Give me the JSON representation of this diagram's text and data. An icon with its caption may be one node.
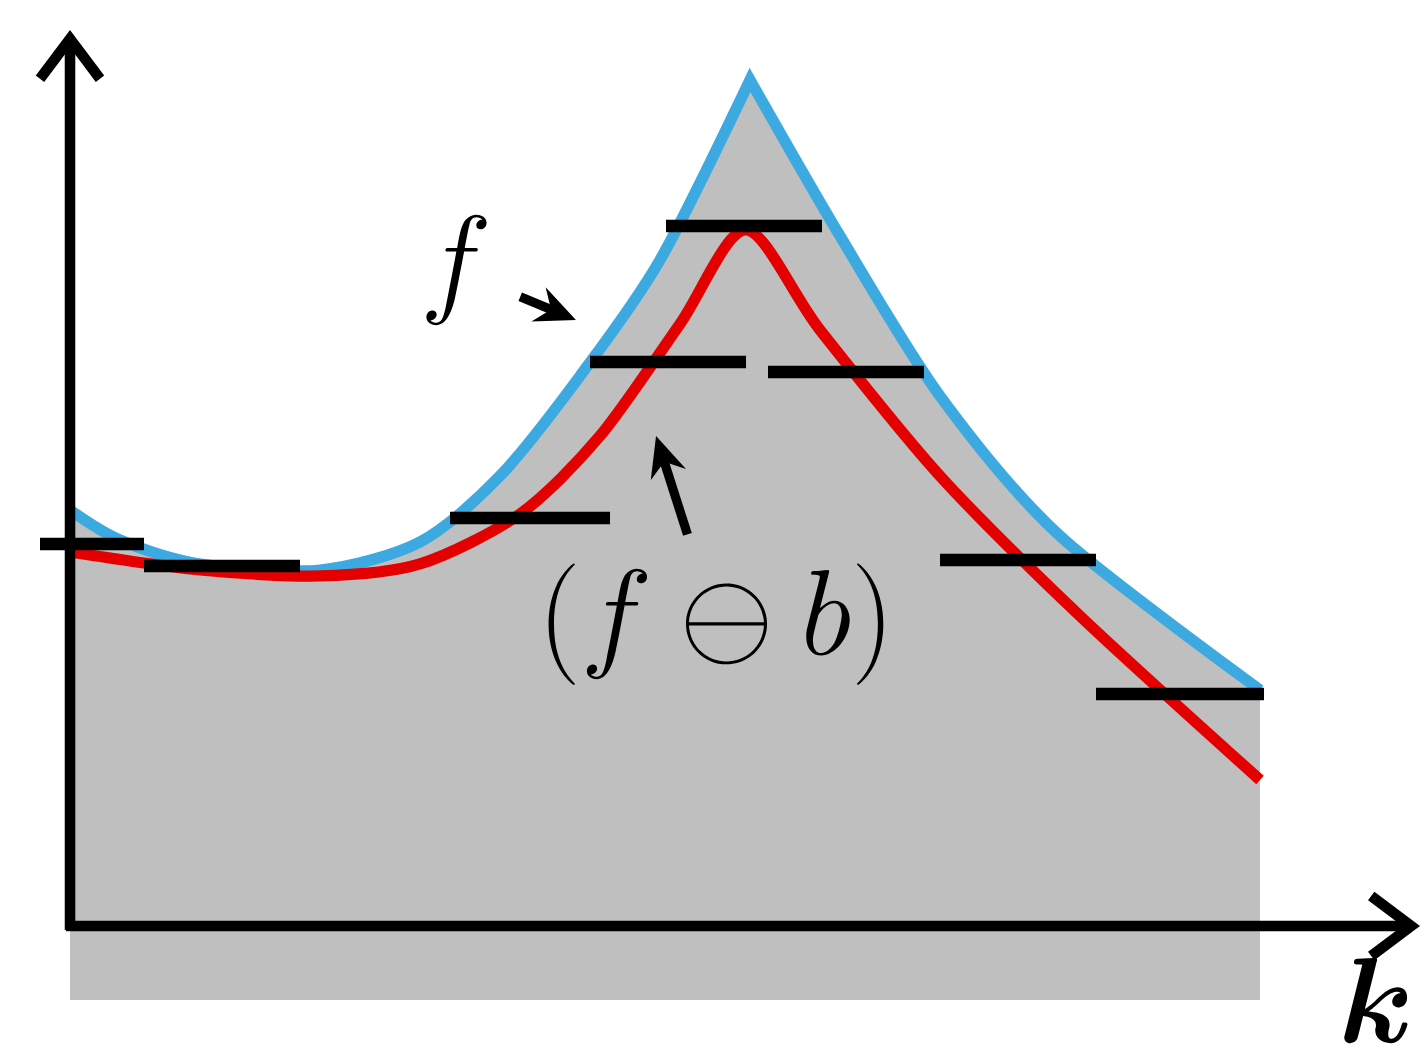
{
  "diagram": {
    "nodes": [
      {
        "text": [
          "f"
        ]
      },
      {
        "text": [
          "(f \\ominus b)"
        ]
      }
    ],
    "edges": [
      {
        "from": 0,
        "to": null,
        "arrow": "to"
      },
      {
        "from": 1,
        "to": null,
        "arrow": "to"
      }
    ],
    "labels": [
      "\\boldsymbol{k}"
    ]
  }
}
